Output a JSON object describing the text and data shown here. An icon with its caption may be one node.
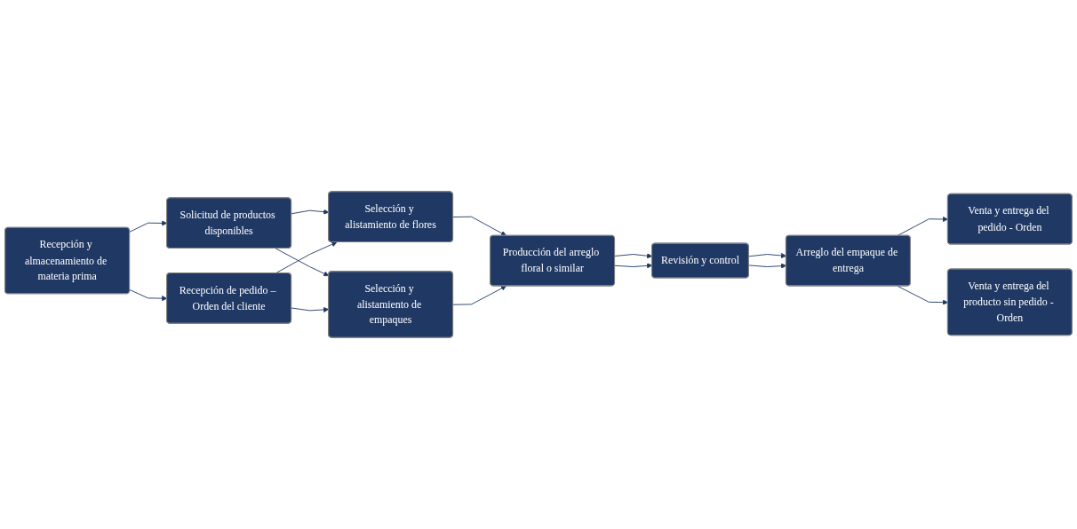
{
  "diagram": {
    "nodes": [
      {
        "text": [
          "Recepción y almacenamiento de materia prima"
        ]
      },
      {
        "text": [
          "Solicitud de productos disponibles"
        ]
      },
      {
        "text": [
          "Recepción de pedido – Orden del cliente"
        ]
      },
      {
        "text": [
          "Selección y alistamiento de flores"
        ]
      },
      {
        "text": [
          "Selección y alistamiento de empaques"
        ]
      },
      {
        "text": [
          "Producción del arreglo floral o similar"
        ]
      },
      {
        "text": [
          "Revisión y control"
        ]
      },
      {
        "text": [
          "Arreglo del empaque de entrega"
        ]
      },
      {
        "text": [
          "Venta y entrega del pedido - Orden"
        ]
      },
      {
        "text": [
          "Venta y entrega del producto sin pedido - Orden"
        ]
      }
    ],
    "edges": [
      {
        "from": 0,
        "to": 1,
        "arrow": "to"
      },
      {
        "from": 0,
        "to": 2,
        "arrow": "to"
      },
      {
        "from": 1,
        "to": 3,
        "arrow": "to"
      },
      {
        "from": 1,
        "to": 4,
        "arrow": "to"
      },
      {
        "from": 2,
        "to": 3,
        "arrow": "to"
      },
      {
        "from": 2,
        "to": 4,
        "arrow": "to"
      },
      {
        "from": 3,
        "to": 5,
        "arrow": "to"
      },
      {
        "from": 4,
        "to": 5,
        "arrow": "to"
      },
      {
        "from": 5,
        "to": 6,
        "arrow": "to"
      },
      {
        "from": 5,
        "to": 6,
        "arrow": "to"
      },
      {
        "from": 6,
        "to": 7,
        "arrow": "to"
      },
      {
        "from": 6,
        "to": 7,
        "arrow": "to"
      },
      {
        "from": 7,
        "to": 8,
        "arrow": "to"
      },
      {
        "from": 7,
        "to": 9,
        "arrow": "to"
      }
    ]
  }
}
